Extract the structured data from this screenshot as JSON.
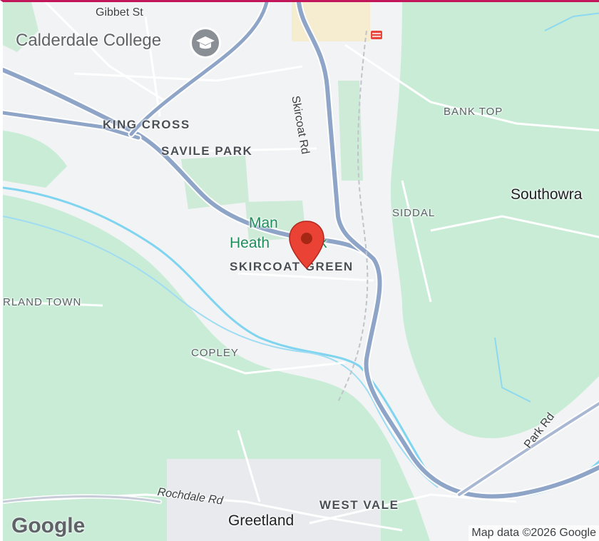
{
  "map": {
    "labels": {
      "gibbet_st": "Gibbet St",
      "calderdale_college": "Calderdale College",
      "king_cross": "KING CROSS",
      "savile_park": "SAVILE PARK",
      "skircoat_rd": "Skircoat Rd",
      "bank_top": "BANK TOP",
      "southowram": "Southowra",
      "siddal": "SIDDAL",
      "manor_heath_park_1": "Man",
      "manor_heath_park_2": "Heath",
      "manor_heath_park_3": "k",
      "skircoat_green": "SKIRCOAT GREEN",
      "sowerby_town": "RLAND TOWN",
      "copley": "COPLEY",
      "park_rd": "Park Rd",
      "rochdale_rd": "Rochdale Rd",
      "west_vale": "WEST VALE",
      "greetland": "Greetland"
    },
    "logo": "Google",
    "attribution": "Map data ©2026 Google",
    "icons": [
      "graduation-cap-icon",
      "train-station-icon",
      "map-pin-icon"
    ],
    "colors": {
      "land": "#f1f3f4",
      "green": "#c8ecd6",
      "water": "#7fd4f0",
      "major_road": "#8fa5c8",
      "pin": "#ea4335",
      "park_label": "#1e8e5a"
    }
  }
}
